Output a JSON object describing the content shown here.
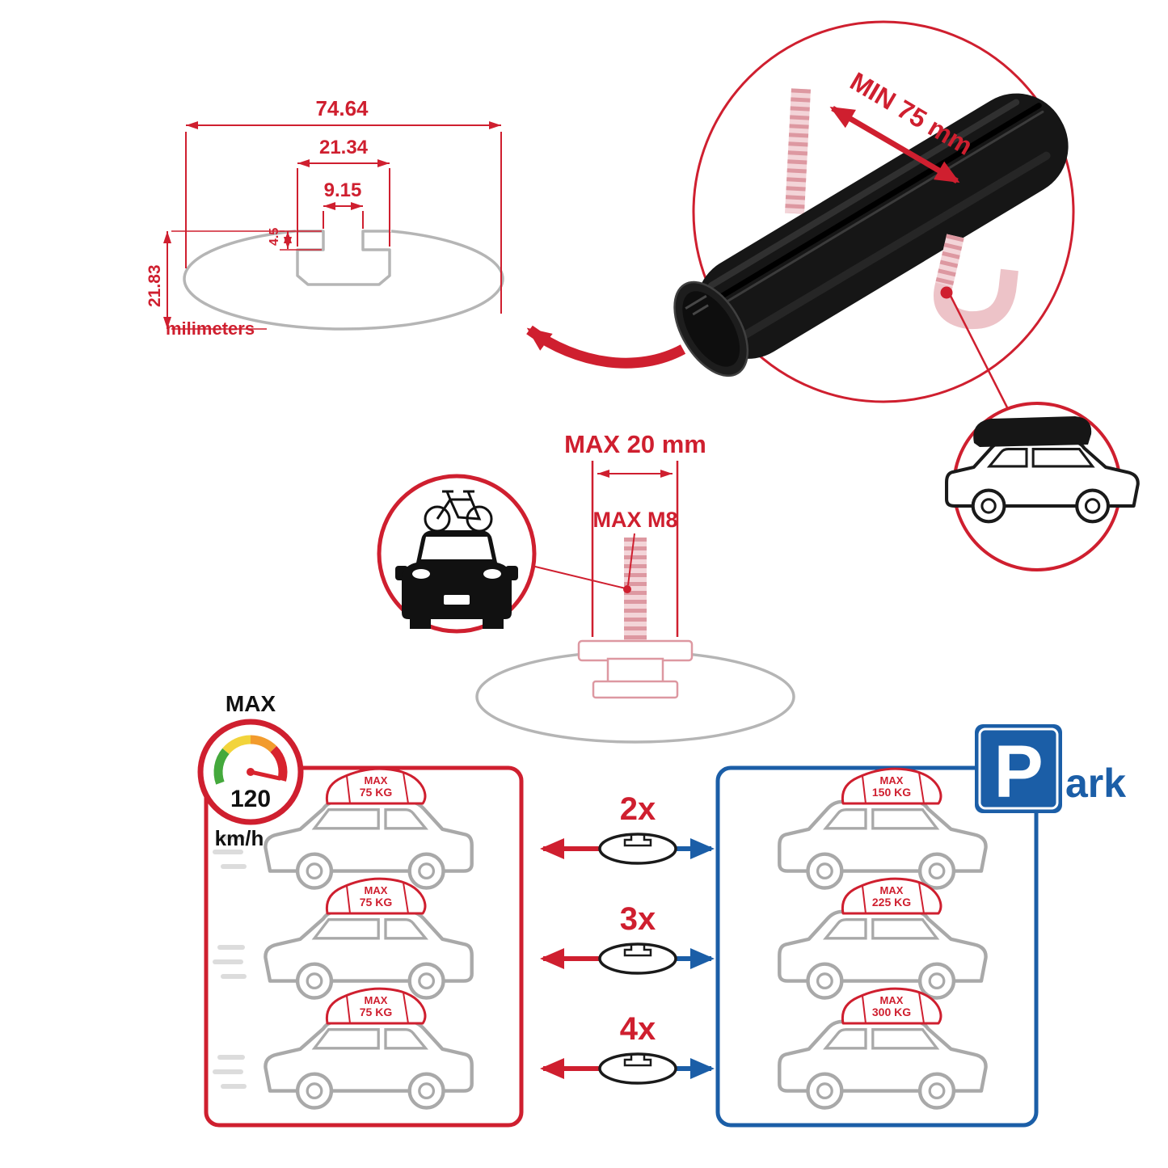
{
  "colors": {
    "accent_red": "#cf1f2f",
    "accent_blue": "#1b5ea7",
    "outline_gray": "#b5b5b5",
    "bar_black": "#161616",
    "thread_pink": "#dd98a1"
  },
  "profile_dimensions": {
    "total_width": "74.64",
    "channel_width": "21.34",
    "slot_width": "9.15",
    "slot_depth": "4.5",
    "total_height": "21.83",
    "units_label": "milimeters"
  },
  "clamp_detail": {
    "min_span": "MIN 75 mm"
  },
  "bolt_detail": {
    "max_length": "MAX 20 mm",
    "max_thread": "MAX M8"
  },
  "speed_limit": {
    "label": "MAX",
    "value": "120",
    "unit": "km/h"
  },
  "park_sign": {
    "letter": "P",
    "suffix": "ark"
  },
  "capacity_rows": [
    {
      "multiplier": "2x",
      "left_line1": "MAX",
      "left_line2": "75 KG",
      "right_line1": "MAX",
      "right_line2": "150 KG"
    },
    {
      "multiplier": "3x",
      "left_line1": "MAX",
      "left_line2": "75 KG",
      "right_line1": "MAX",
      "right_line2": "225 KG"
    },
    {
      "multiplier": "4x",
      "left_line1": "MAX",
      "left_line2": "75 KG",
      "right_line1": "MAX",
      "right_line2": "300 KG"
    }
  ]
}
